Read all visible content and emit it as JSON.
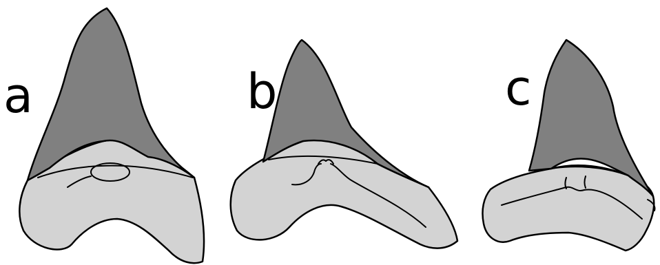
{
  "colors": {
    "crown": "#808080",
    "root": "#d3d3d3",
    "outline": "#000000",
    "background": "#ffffff"
  },
  "panels": [
    {
      "label": "a"
    },
    {
      "label": "b"
    },
    {
      "label": "c"
    }
  ]
}
